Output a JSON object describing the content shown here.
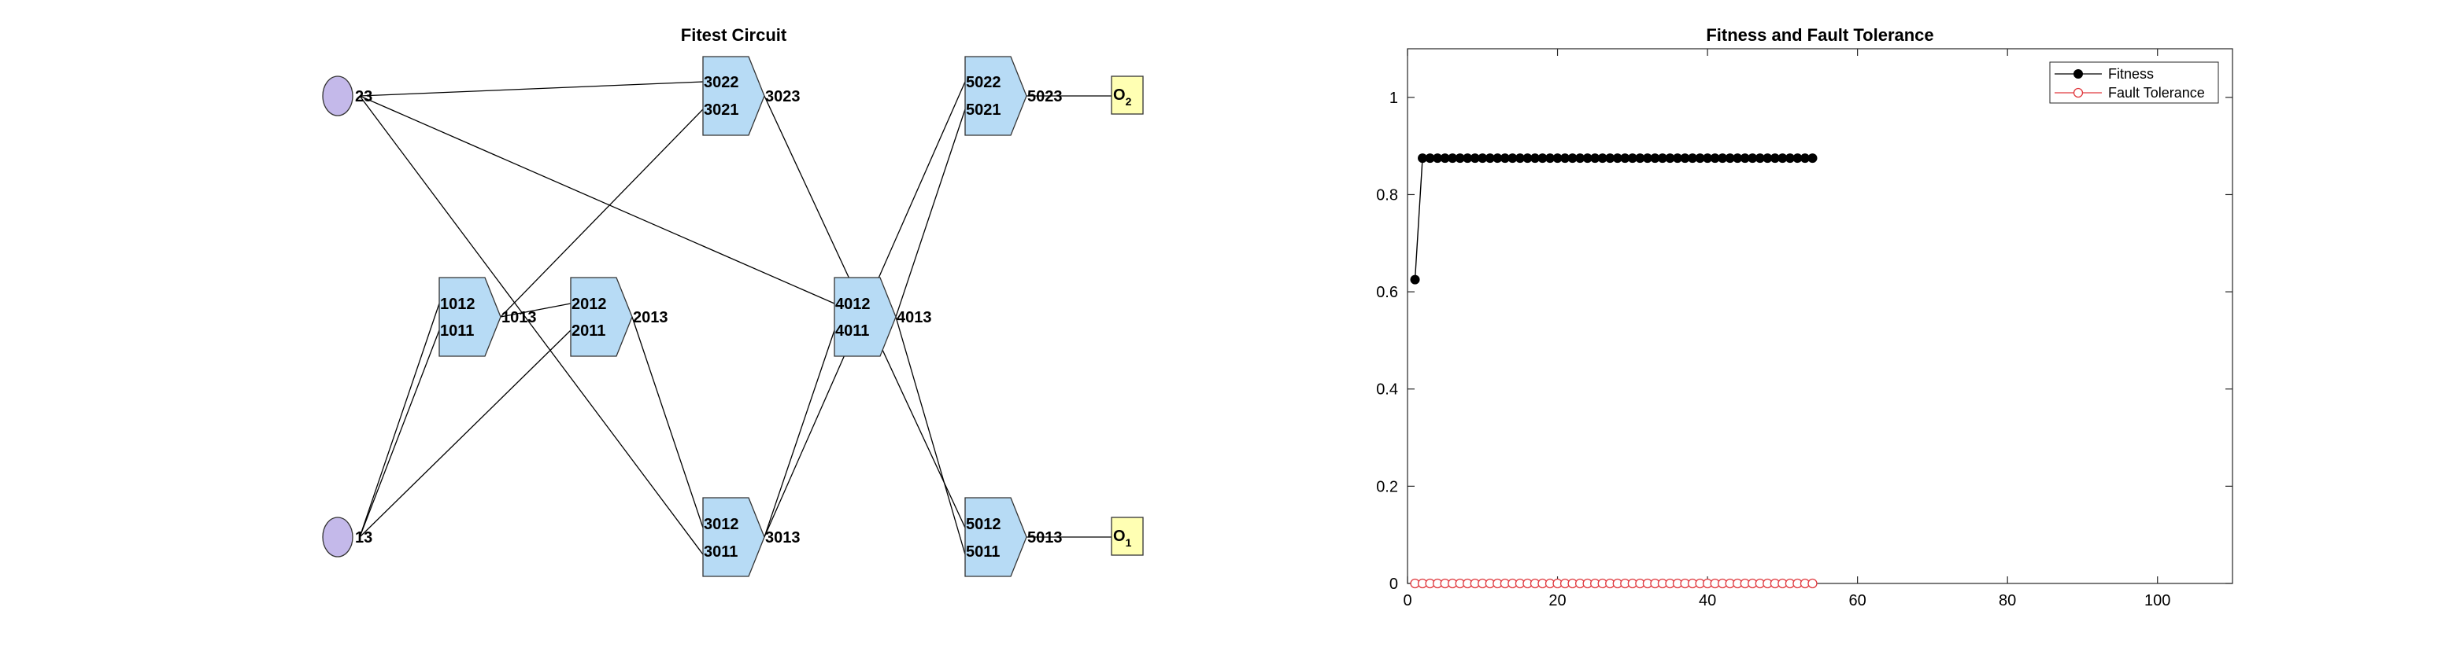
{
  "circuit": {
    "title": "Fitest Circuit",
    "inputs": [
      {
        "id": "in23",
        "label": "23",
        "color": "#c4b9ea"
      },
      {
        "id": "in13",
        "label": "13",
        "color": "#c4b9ea"
      }
    ],
    "gates": [
      {
        "id": "g3023",
        "in_top": "3022",
        "in_bot": "3021",
        "out": "3023"
      },
      {
        "id": "g5023",
        "in_top": "5022",
        "in_bot": "5021",
        "out": "5023"
      },
      {
        "id": "g1013",
        "in_top": "1012",
        "in_bot": "1011",
        "out": "1013"
      },
      {
        "id": "g2013",
        "in_top": "2012",
        "in_bot": "2011",
        "out": "2013"
      },
      {
        "id": "g4013",
        "in_top": "4012",
        "in_bot": "4011",
        "out": "4013"
      },
      {
        "id": "g3013",
        "in_top": "3012",
        "in_bot": "3011",
        "out": "3013"
      },
      {
        "id": "g5013",
        "in_top": "5012",
        "in_bot": "5011",
        "out": "5013"
      }
    ],
    "outputs": [
      {
        "id": "o2",
        "label": "O",
        "sub": "2",
        "color": "#ffffb3"
      },
      {
        "id": "o1",
        "label": "O",
        "sub": "1",
        "color": "#ffffb3"
      }
    ],
    "gate_color": "#b7dbf5"
  },
  "chart_data": {
    "type": "line",
    "title": "Fitness and Fault Tolerance",
    "xlabel": "",
    "ylabel": "",
    "xlim": [
      0,
      110
    ],
    "ylim": [
      0,
      1.1
    ],
    "x_ticks": [
      0,
      20,
      40,
      60,
      80,
      100
    ],
    "y_ticks": [
      0,
      0.2,
      0.4,
      0.6,
      0.8,
      1
    ],
    "grid": false,
    "legend_position": "top-right",
    "series": [
      {
        "name": "Fitness",
        "color": "#000000",
        "marker": "filled-circle",
        "x": [
          1,
          2,
          3,
          4,
          5,
          6,
          7,
          8,
          9,
          10,
          11,
          12,
          13,
          14,
          15,
          16,
          17,
          18,
          19,
          20,
          21,
          22,
          23,
          24,
          25,
          26,
          27,
          28,
          29,
          30,
          31,
          32,
          33,
          34,
          35,
          36,
          37,
          38,
          39,
          40,
          41,
          42,
          43,
          44,
          45,
          46,
          47,
          48,
          49,
          50,
          51,
          52,
          53,
          54
        ],
        "y": [
          0.625,
          0.875,
          0.875,
          0.875,
          0.875,
          0.875,
          0.875,
          0.875,
          0.875,
          0.875,
          0.875,
          0.875,
          0.875,
          0.875,
          0.875,
          0.875,
          0.875,
          0.875,
          0.875,
          0.875,
          0.875,
          0.875,
          0.875,
          0.875,
          0.875,
          0.875,
          0.875,
          0.875,
          0.875,
          0.875,
          0.875,
          0.875,
          0.875,
          0.875,
          0.875,
          0.875,
          0.875,
          0.875,
          0.875,
          0.875,
          0.875,
          0.875,
          0.875,
          0.875,
          0.875,
          0.875,
          0.875,
          0.875,
          0.875,
          0.875,
          0.875,
          0.875,
          0.875,
          0.875
        ]
      },
      {
        "name": "Fault Tolerance",
        "color": "#e0393e",
        "marker": "open-circle",
        "x": [
          1,
          2,
          3,
          4,
          5,
          6,
          7,
          8,
          9,
          10,
          11,
          12,
          13,
          14,
          15,
          16,
          17,
          18,
          19,
          20,
          21,
          22,
          23,
          24,
          25,
          26,
          27,
          28,
          29,
          30,
          31,
          32,
          33,
          34,
          35,
          36,
          37,
          38,
          39,
          40,
          41,
          42,
          43,
          44,
          45,
          46,
          47,
          48,
          49,
          50,
          51,
          52,
          53,
          54
        ],
        "y": [
          0,
          0,
          0,
          0,
          0,
          0,
          0,
          0,
          0,
          0,
          0,
          0,
          0,
          0,
          0,
          0,
          0,
          0,
          0,
          0,
          0,
          0,
          0,
          0,
          0,
          0,
          0,
          0,
          0,
          0,
          0,
          0,
          0,
          0,
          0,
          0,
          0,
          0,
          0,
          0,
          0,
          0,
          0,
          0,
          0,
          0,
          0,
          0,
          0,
          0,
          0,
          0,
          0,
          0
        ]
      }
    ]
  }
}
